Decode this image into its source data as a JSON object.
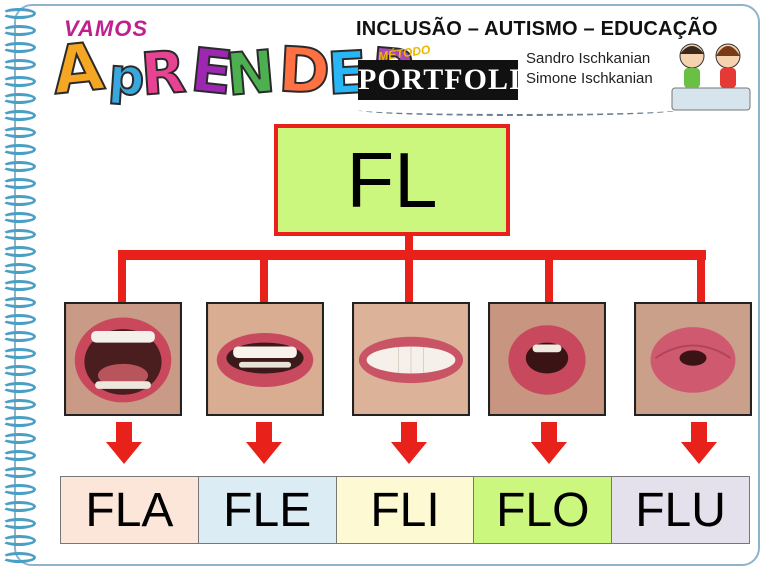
{
  "header": {
    "vamos": "VAMOS",
    "aprender_letters": [
      "A",
      "p",
      "R",
      "E",
      "N",
      "D",
      "E",
      "R"
    ],
    "aprender_colors": [
      "#f5a623",
      "#3aa7dd",
      "#e84393",
      "#9c27b0",
      "#4caf50",
      "#ff7043",
      "#29b6f6",
      "#ab47bc"
    ],
    "tagline": "INCLUSÃO – AUTISMO – EDUCAÇÃO",
    "metodo": "MÉTODO",
    "portfolio": "PORTFOLIO",
    "authors": [
      "Sandro Ischkanian",
      "Simone Ischkanian"
    ]
  },
  "main": {
    "title": "FL",
    "accent": "#e8211a",
    "title_bg": "#ccf77e"
  },
  "mouths": [
    {
      "name": "mouth-a-icon"
    },
    {
      "name": "mouth-e-icon"
    },
    {
      "name": "mouth-i-icon"
    },
    {
      "name": "mouth-o-icon"
    },
    {
      "name": "mouth-u-icon"
    }
  ],
  "syllables": [
    {
      "label": "FLA",
      "bg": "#fbe6d9"
    },
    {
      "label": "FLE",
      "bg": "#dbecf5"
    },
    {
      "label": "FLI",
      "bg": "#fdf9d2"
    },
    {
      "label": "FLO",
      "bg": "#ccf77e"
    },
    {
      "label": "FLU",
      "bg": "#e4e0ec"
    }
  ]
}
